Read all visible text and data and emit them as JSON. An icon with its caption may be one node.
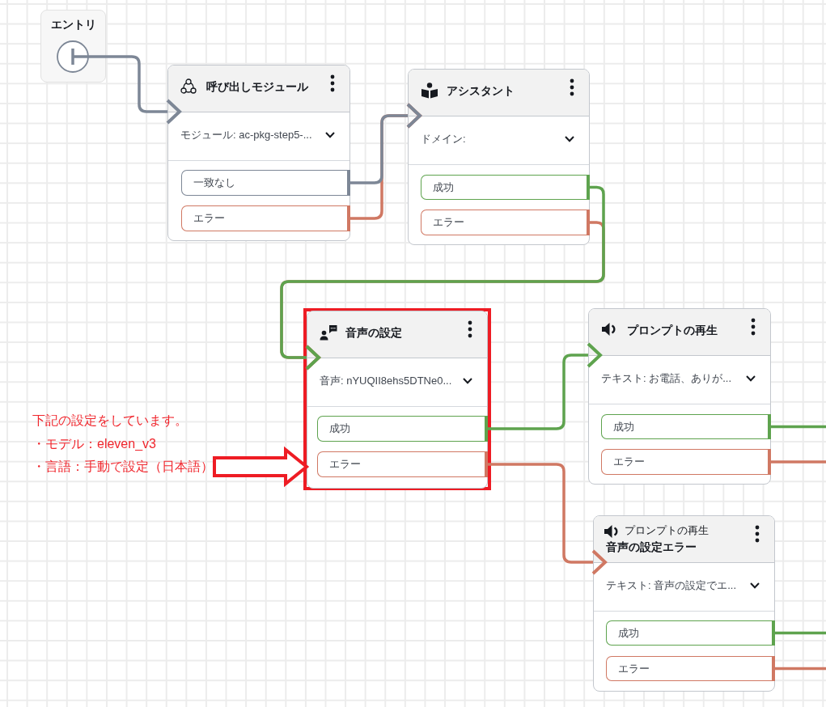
{
  "diagram": {
    "nodes": [
      {
        "text": [
          "エントリ"
        ]
      },
      {
        "text": [],
        "shape": "circle",
        "in": 0
      },
      {
        "text": [
          "呼び出しモジュール",
          "モジュール: ac-pkg-step5-..."
        ]
      },
      {
        "text": [
          "一致なし"
        ],
        "in": 2
      },
      {
        "text": [
          "エラー"
        ],
        "in": 2
      },
      {
        "text": [
          "アシスタント",
          "ドメイン:"
        ]
      },
      {
        "text": [
          "成功"
        ],
        "in": 5
      },
      {
        "text": [
          "エラー"
        ],
        "in": 5
      },
      {
        "text": [
          "音声の設定",
          "音声: nYUQII8ehs5DTNe0..."
        ]
      },
      {
        "text": [
          "成功"
        ],
        "in": 8
      },
      {
        "text": [
          "エラー"
        ],
        "in": 8
      },
      {
        "text": [
          "プロンプトの再生",
          "テキスト: お電話、ありが..."
        ]
      },
      {
        "text": [
          "成功"
        ],
        "in": 11
      },
      {
        "text": [
          "エラー"
        ],
        "in": 11
      },
      {
        "text": [
          "プロンプトの再生",
          "音声の設定エラー",
          "テキスト: 音声の設定でエ..."
        ]
      },
      {
        "text": [
          "成功"
        ],
        "in": 14
      },
      {
        "text": [
          "エラー"
        ],
        "in": 14
      },
      {
        "text": [
          "下記の設定をしています。",
          "・モデル：eleven_v3",
          "・言語：手動で設定（日本語）"
        ]
      }
    ],
    "edges": [
      {
        "from": 1,
        "to": 2,
        "arrow": "to",
        "color": "#7d8796"
      },
      {
        "from": 3,
        "to": 5,
        "arrow": "to",
        "color": "#7d8796"
      },
      {
        "from": 4,
        "to": 5,
        "arrow": "to",
        "color": "#d07863"
      },
      {
        "from": 6,
        "to": 8,
        "arrow": "to",
        "color": "#5ea34e"
      },
      {
        "from": 7,
        "to": 8,
        "arrow": "to",
        "color": "#d07863"
      },
      {
        "from": 17,
        "to": 8,
        "arrow": "to",
        "color": "#ee1c24"
      },
      {
        "from": 9,
        "to": 11,
        "arrow": "to",
        "color": "#5ea34e"
      },
      {
        "from": 10,
        "to": 14,
        "arrow": "to",
        "color": "#d07863"
      },
      {
        "from": 12,
        "to": null,
        "arrow": "none",
        "color": "#5ea34e"
      },
      {
        "from": 13,
        "to": null,
        "arrow": "none",
        "color": "#d07863"
      },
      {
        "from": 15,
        "to": null,
        "arrow": "none",
        "color": "#5ea34e"
      },
      {
        "from": 16,
        "to": null,
        "arrow": "none",
        "color": "#d07863"
      }
    ]
  }
}
